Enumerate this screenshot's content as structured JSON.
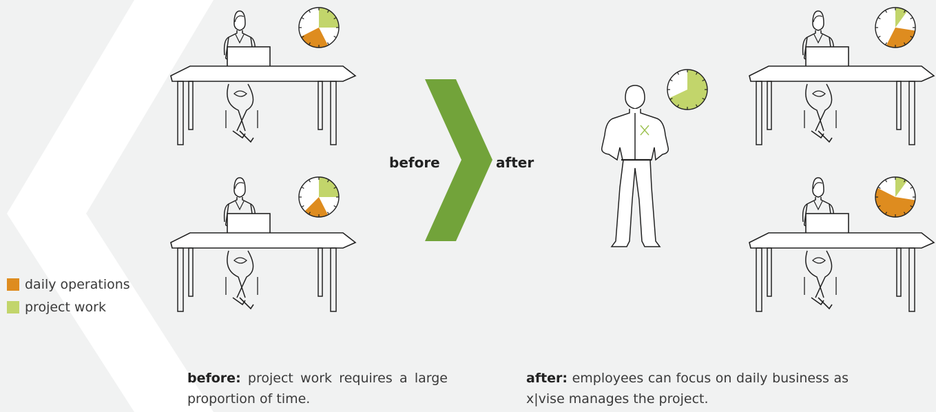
{
  "colors": {
    "daily_operations": "#de8c1f",
    "project_work": "#c2d56b",
    "arrow": "#72a33a",
    "background": "#f1f2f2",
    "chevron": "#ffffff"
  },
  "labels": {
    "before": "before",
    "after": "after"
  },
  "legend": [
    {
      "label": "daily operations",
      "color": "#de8c1f"
    },
    {
      "label": "project work",
      "color": "#c2d56b"
    }
  ],
  "captions": {
    "before": {
      "lead": "before:",
      "text": " project work requires a large proportion of time."
    },
    "after": {
      "lead": "after:",
      "text": "  employees can focus on daily business as x|vise manages the project."
    }
  },
  "time_charts": {
    "before_top": {
      "daily_operations": 0.25,
      "project_work": 0.25
    },
    "before_bottom": {
      "daily_operations": 0.2,
      "project_work": 0.25
    },
    "manager": {
      "project_work": 0.68
    },
    "after_top": {
      "daily_operations": 0.3,
      "project_work": 0.1
    },
    "after_bottom": {
      "daily_operations": 0.55,
      "project_work": 0.1
    }
  },
  "icons": {
    "chevron_background": "chevron-left-shape",
    "arrow": "chevron-right-arrow",
    "person_desk": "employee-at-desk-icon",
    "manager": "standing-manager-icon",
    "clock": "clock-pie-icon"
  }
}
